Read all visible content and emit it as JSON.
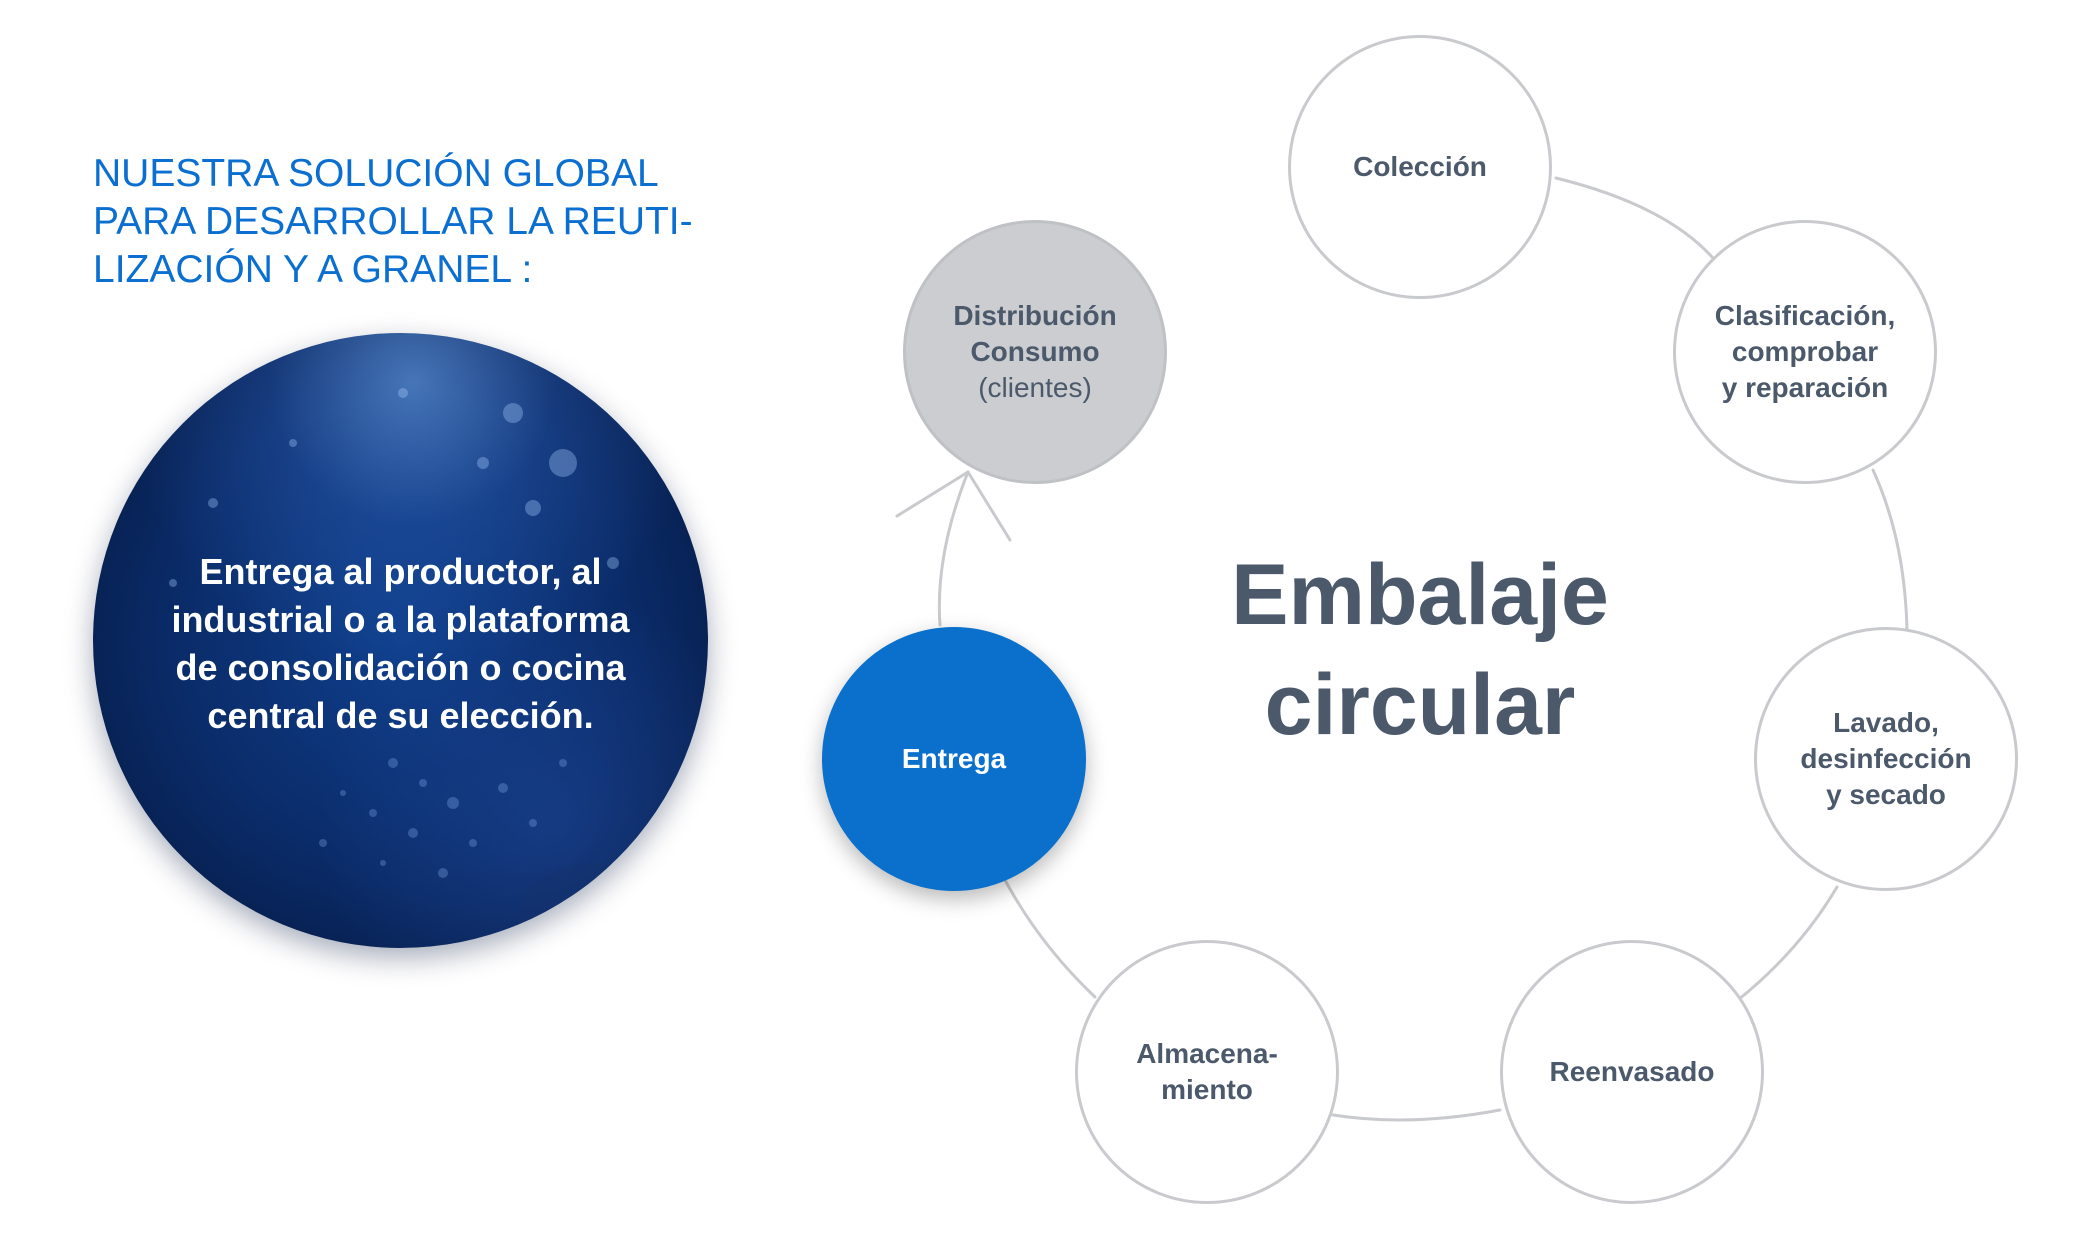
{
  "heading": {
    "lines": [
      "NUESTRA SOLUCIÓN GLOBAL",
      "PARA DESARROLLAR LA REUTI-",
      "LIZACIÓN Y A GRANEL :"
    ]
  },
  "hero": {
    "lines": [
      "Entrega al productor, al",
      "industrial o a la plataforma",
      "de consolidación o cocina",
      "central de su elección."
    ]
  },
  "diagram": {
    "title_lines": [
      "Embalaje",
      "circular"
    ],
    "nodes": {
      "distribucion": {
        "lines": [
          "Distribución",
          "Consumo"
        ],
        "sub": "(clientes)"
      },
      "coleccion": {
        "lines": [
          "Colección"
        ]
      },
      "clasificacion": {
        "lines": [
          "Clasificación,",
          "comprobar",
          "y reparación"
        ]
      },
      "lavado": {
        "lines": [
          "Lavado,",
          "desinfección",
          "y secado"
        ]
      },
      "reenvasado": {
        "lines": [
          "Reenvasado"
        ]
      },
      "almacenamiento": {
        "lines": [
          "Almacena-",
          "miento"
        ]
      },
      "entrega": {
        "lines": [
          "Entrega"
        ]
      }
    },
    "colors": {
      "accent_blue": "#0a70cc",
      "heading_blue": "#0a6fd1",
      "text_grey": "#4b596b",
      "ring_grey": "#c9cacd",
      "highlight_grey": "#cbcdd0"
    }
  }
}
